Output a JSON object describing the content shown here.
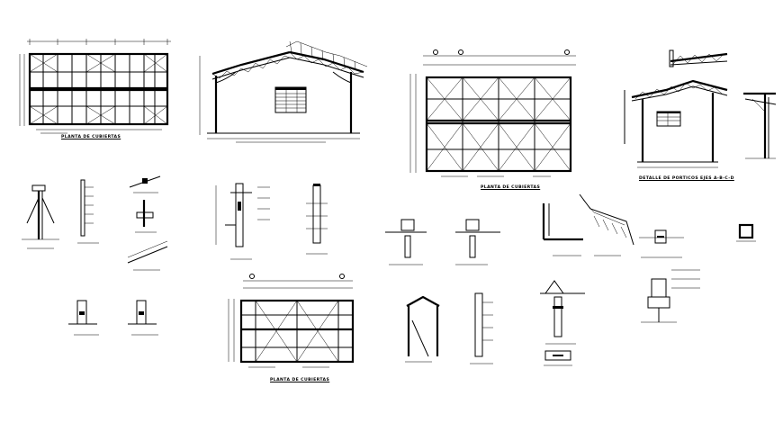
{
  "drawing": {
    "captions": {
      "roof_plan_a": "PLANTA DE CUBIERTAS",
      "portico_detail": "DETALLE DE PORTICOS EJES A-B-C-D",
      "roof_plan_b": "PLANTA DE CUBIERTAS",
      "roof_plan_c": "PLANTA DE CUBIERTAS"
    }
  }
}
